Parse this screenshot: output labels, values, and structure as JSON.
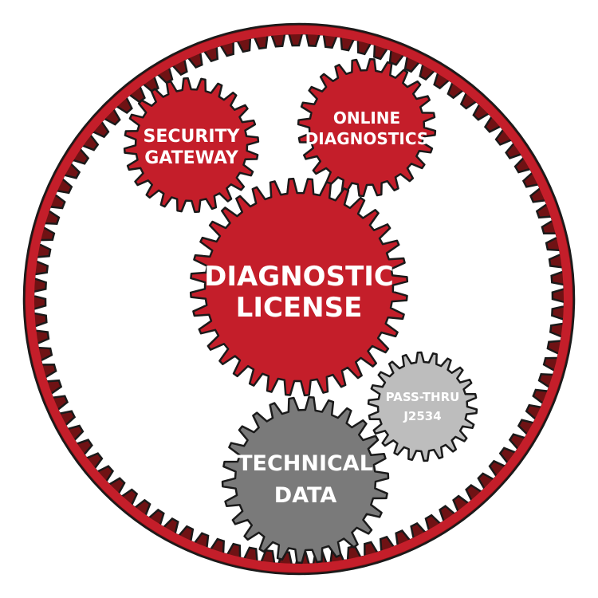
{
  "diagram": {
    "title": "",
    "ring": {
      "fill": "#6f1214",
      "rim": "#c41e2a",
      "outline": "#1a1a1a"
    },
    "gears": [
      {
        "id": "security-gateway",
        "lines": [
          "SECURITY",
          "GATEWAY"
        ],
        "fill": "#c41e2a"
      },
      {
        "id": "online-diagnostics",
        "lines": [
          "ONLINE",
          "DIAGNOSTICS"
        ],
        "fill": "#c41e2a"
      },
      {
        "id": "diagnostic-license",
        "lines": [
          "DIAGNOSTIC",
          "LICENSE"
        ],
        "fill": "#c41e2a"
      },
      {
        "id": "pass-thru-j2534",
        "lines": [
          "PASS-THRU",
          "J2534"
        ],
        "fill": "#bdbdbd"
      },
      {
        "id": "technical-data",
        "lines": [
          "TECHNICAL",
          "DATA"
        ],
        "fill": "#7a7a7a"
      }
    ]
  }
}
